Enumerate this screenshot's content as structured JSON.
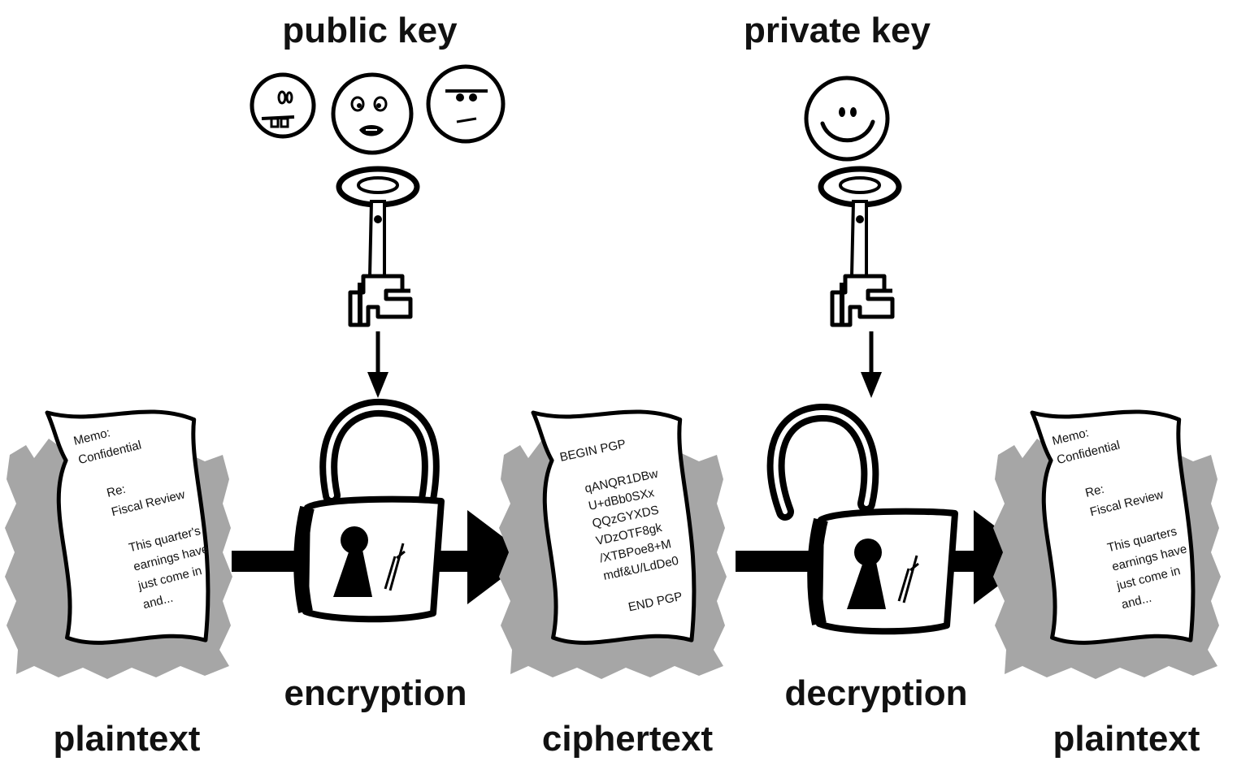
{
  "labels": {
    "public_key": "public key",
    "private_key": "private key",
    "encryption": "encryption",
    "decryption": "decryption",
    "plaintext_left": "plaintext",
    "ciphertext": "ciphertext",
    "plaintext_right": "plaintext"
  },
  "documents": {
    "plaintext_left": {
      "lines": [
        "Memo:",
        "Confidential",
        "",
        "Re:",
        "Fiscal Review",
        "",
        "This quarter's",
        "earnings have",
        "just come in",
        "and..."
      ]
    },
    "ciphertext": {
      "lines": [
        "BEGIN PGP",
        "",
        "qANQR1DBw",
        "U+dBb0SXx",
        "QQzGYXDS",
        "VDzOTF8gk",
        "/XTBPoe8+M",
        "mdf&U/LdDe0",
        "",
        "END PGP"
      ]
    },
    "plaintext_right": {
      "lines": [
        "Memo:",
        "Confidential",
        "",
        "Re:",
        "Fiscal Review",
        "",
        "This quarters",
        "earnings have",
        "just come in",
        "and..."
      ]
    }
  },
  "icons": {
    "faces_public": [
      "face-icon",
      "face-icon",
      "face-icon"
    ],
    "face_private": "smiley-face-icon",
    "key": "key-icon",
    "locked_padlock": "padlock-closed-icon",
    "open_padlock": "padlock-open-icon",
    "arrow": "arrow-right-icon"
  },
  "colors": {
    "ink": "#000000",
    "shadow": "#a6a6a6",
    "paper": "#ffffff"
  }
}
